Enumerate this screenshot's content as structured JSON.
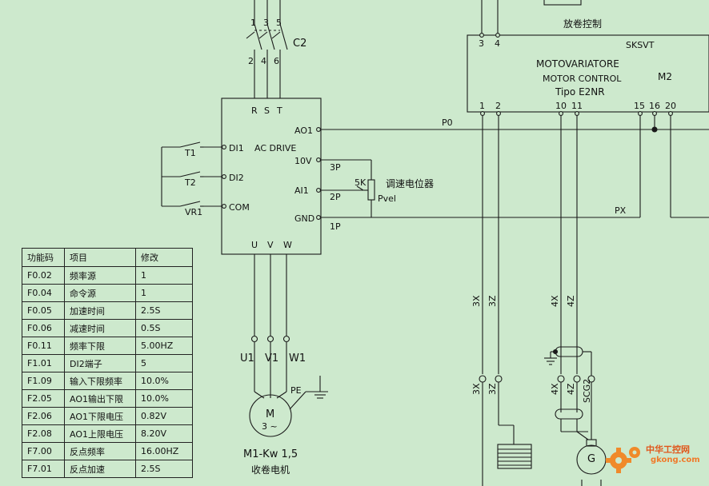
{
  "diagram": {
    "breaker_label": "C2",
    "breaker_top_pins": [
      "1",
      "3",
      "5"
    ],
    "breaker_bottom_pins": [
      "2",
      "4",
      "6"
    ],
    "drive": {
      "title": "AC DRIVE",
      "input_pins": [
        "R",
        "S",
        "T"
      ],
      "output_pins": [
        "U",
        "V",
        "W"
      ],
      "left_terminals": [
        "DI1",
        "DI2",
        "COM"
      ],
      "right_terminals": [
        "AO1",
        "10V",
        "AI1",
        "GND"
      ]
    },
    "switches": [
      "T1",
      "T2",
      "VR1"
    ],
    "pot": {
      "label": "调速电位器",
      "value": "5K",
      "name": "Pvel",
      "pins": [
        "3P",
        "2P",
        "1P"
      ]
    },
    "wires": {
      "p0": "P0",
      "px": "PX"
    },
    "motor": {
      "terminals": [
        "U1",
        "V1",
        "W1"
      ],
      "symbol": "M",
      "phase": "3 ~",
      "pe": "PE",
      "rating": "M1-Kw 1,5",
      "name": "收卷电机"
    },
    "controller": {
      "section_title": "放卷控制",
      "code": "SKSVT",
      "line1": "MOTOVARIATORE",
      "line2": "MOTOR CONTROL",
      "line3": "Tipo E2NR",
      "ref": "M2",
      "top_pins": [
        "3",
        "4"
      ],
      "bottom_pins": [
        "1",
        "2",
        "10",
        "11",
        "15",
        "16",
        "20"
      ]
    },
    "cable_labels": [
      "3X",
      "3Z",
      "4X",
      "4Z"
    ],
    "cable_labels_lower": [
      "3X",
      "3Z",
      "4X",
      "4Z",
      "SCG2"
    ],
    "generator_symbol": "G"
  },
  "table": {
    "headers": [
      "功能码",
      "项目",
      "修改"
    ],
    "rows": [
      [
        "F0.02",
        "频率源",
        "1"
      ],
      [
        "F0.04",
        "命令源",
        "1"
      ],
      [
        "F0.05",
        "加速时间",
        "2.5S"
      ],
      [
        "F0.06",
        "减速时间",
        "0.5S"
      ],
      [
        "F0.11",
        "频率下限",
        "5.00HZ"
      ],
      [
        "F1.01",
        "DI2端子",
        "5"
      ],
      [
        "F1.09",
        "输入下限频率",
        "10.0%"
      ],
      [
        "F2.05",
        "AO1输出下限",
        "10.0%"
      ],
      [
        "F2.06",
        "AO1下限电压",
        "0.82V"
      ],
      [
        "F2.08",
        "AO1上限电压",
        "8.20V"
      ],
      [
        "F7.00",
        "反点频率",
        "16.00HZ"
      ],
      [
        "F7.01",
        "反点加速",
        "2.5S"
      ]
    ]
  },
  "watermark": {
    "text1": "中华工控网",
    "text2": "gkong.com"
  },
  "colors": {
    "background": "#cde9cd",
    "line": "#1a1a1a",
    "watermark": "#e0561a"
  }
}
